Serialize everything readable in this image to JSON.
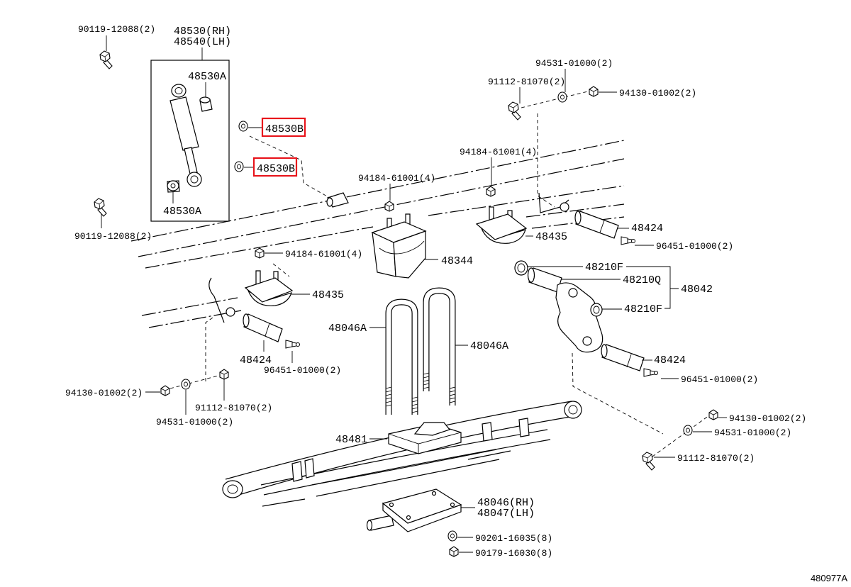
{
  "diagram": {
    "figure_code": "480977A",
    "highlight_color": "#e8141b",
    "line_color": "#000000",
    "callouts": {
      "shock_bolt_upper": "90119-12088(2)",
      "shock_absorber_rh": "48530(RH)",
      "shock_absorber_lh": "48540(LH)",
      "shock_bushing_upper": "48530A",
      "shock_cushion_upper": "48530B",
      "shock_cushion_lower": "48530B",
      "shock_bushing_lower": "48530A",
      "shock_bolt_lower": "90119-12088(2)",
      "top_washer": "94531-01000(2)",
      "top_bolt": "91112-81070(2)",
      "top_nut": "94130-01002(2)",
      "bracket_nut_right": "94184-61001(4)",
      "stopper_nut": "94184-61001(4)",
      "pin_rear": "48424",
      "bracket_right": "48435",
      "grease_fitting_rear": "96451-01000(2)",
      "bracket_nut_left": "94184-61001(4)",
      "bump_stopper": "48344",
      "shackle_bushing_outer": "48210F",
      "shackle_bushing_center": "48210Q",
      "shackle_assy": "48042",
      "bracket_left": "48435",
      "shackle_bushing_inner": "48210F",
      "u_bolt_left": "48046A",
      "u_bolt_right": "48046A",
      "pin_front": "48424",
      "pin_shackle": "48424",
      "grease_fitting_front": "96451-01000(2)",
      "grease_fitting_shackle": "96451-01000(2)",
      "front_nut": "94130-01002(2)",
      "front_bolt": "91112-81070(2)",
      "front_washer": "94531-01000(2)",
      "rear_nut": "94130-01002(2)",
      "rear_washer": "94531-01000(2)",
      "spacer": "48481",
      "rear_bolt": "91112-81070(2)",
      "spring_seat_rh": "48046(RH)",
      "spring_seat_lh": "48047(LH)",
      "seat_washer": "90201-16035(8)",
      "seat_nut": "90179-16030(8)"
    }
  }
}
